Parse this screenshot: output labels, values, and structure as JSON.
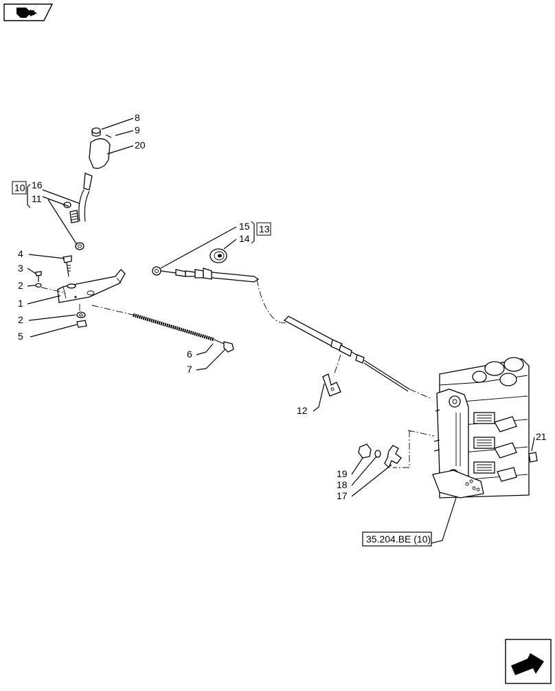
{
  "nav": {
    "top_icon": "book-arrow-icon",
    "bottom_icon": "next-page-arrow-icon"
  },
  "callouts": [
    "1",
    "2",
    "2",
    "3",
    "4",
    "5",
    "6",
    "7",
    "8",
    "9",
    "10",
    "11",
    "12",
    "13",
    "14",
    "15",
    "16",
    "17",
    "18",
    "19",
    "20",
    "21"
  ],
  "reference": {
    "label": "35.204.BE (10)"
  }
}
